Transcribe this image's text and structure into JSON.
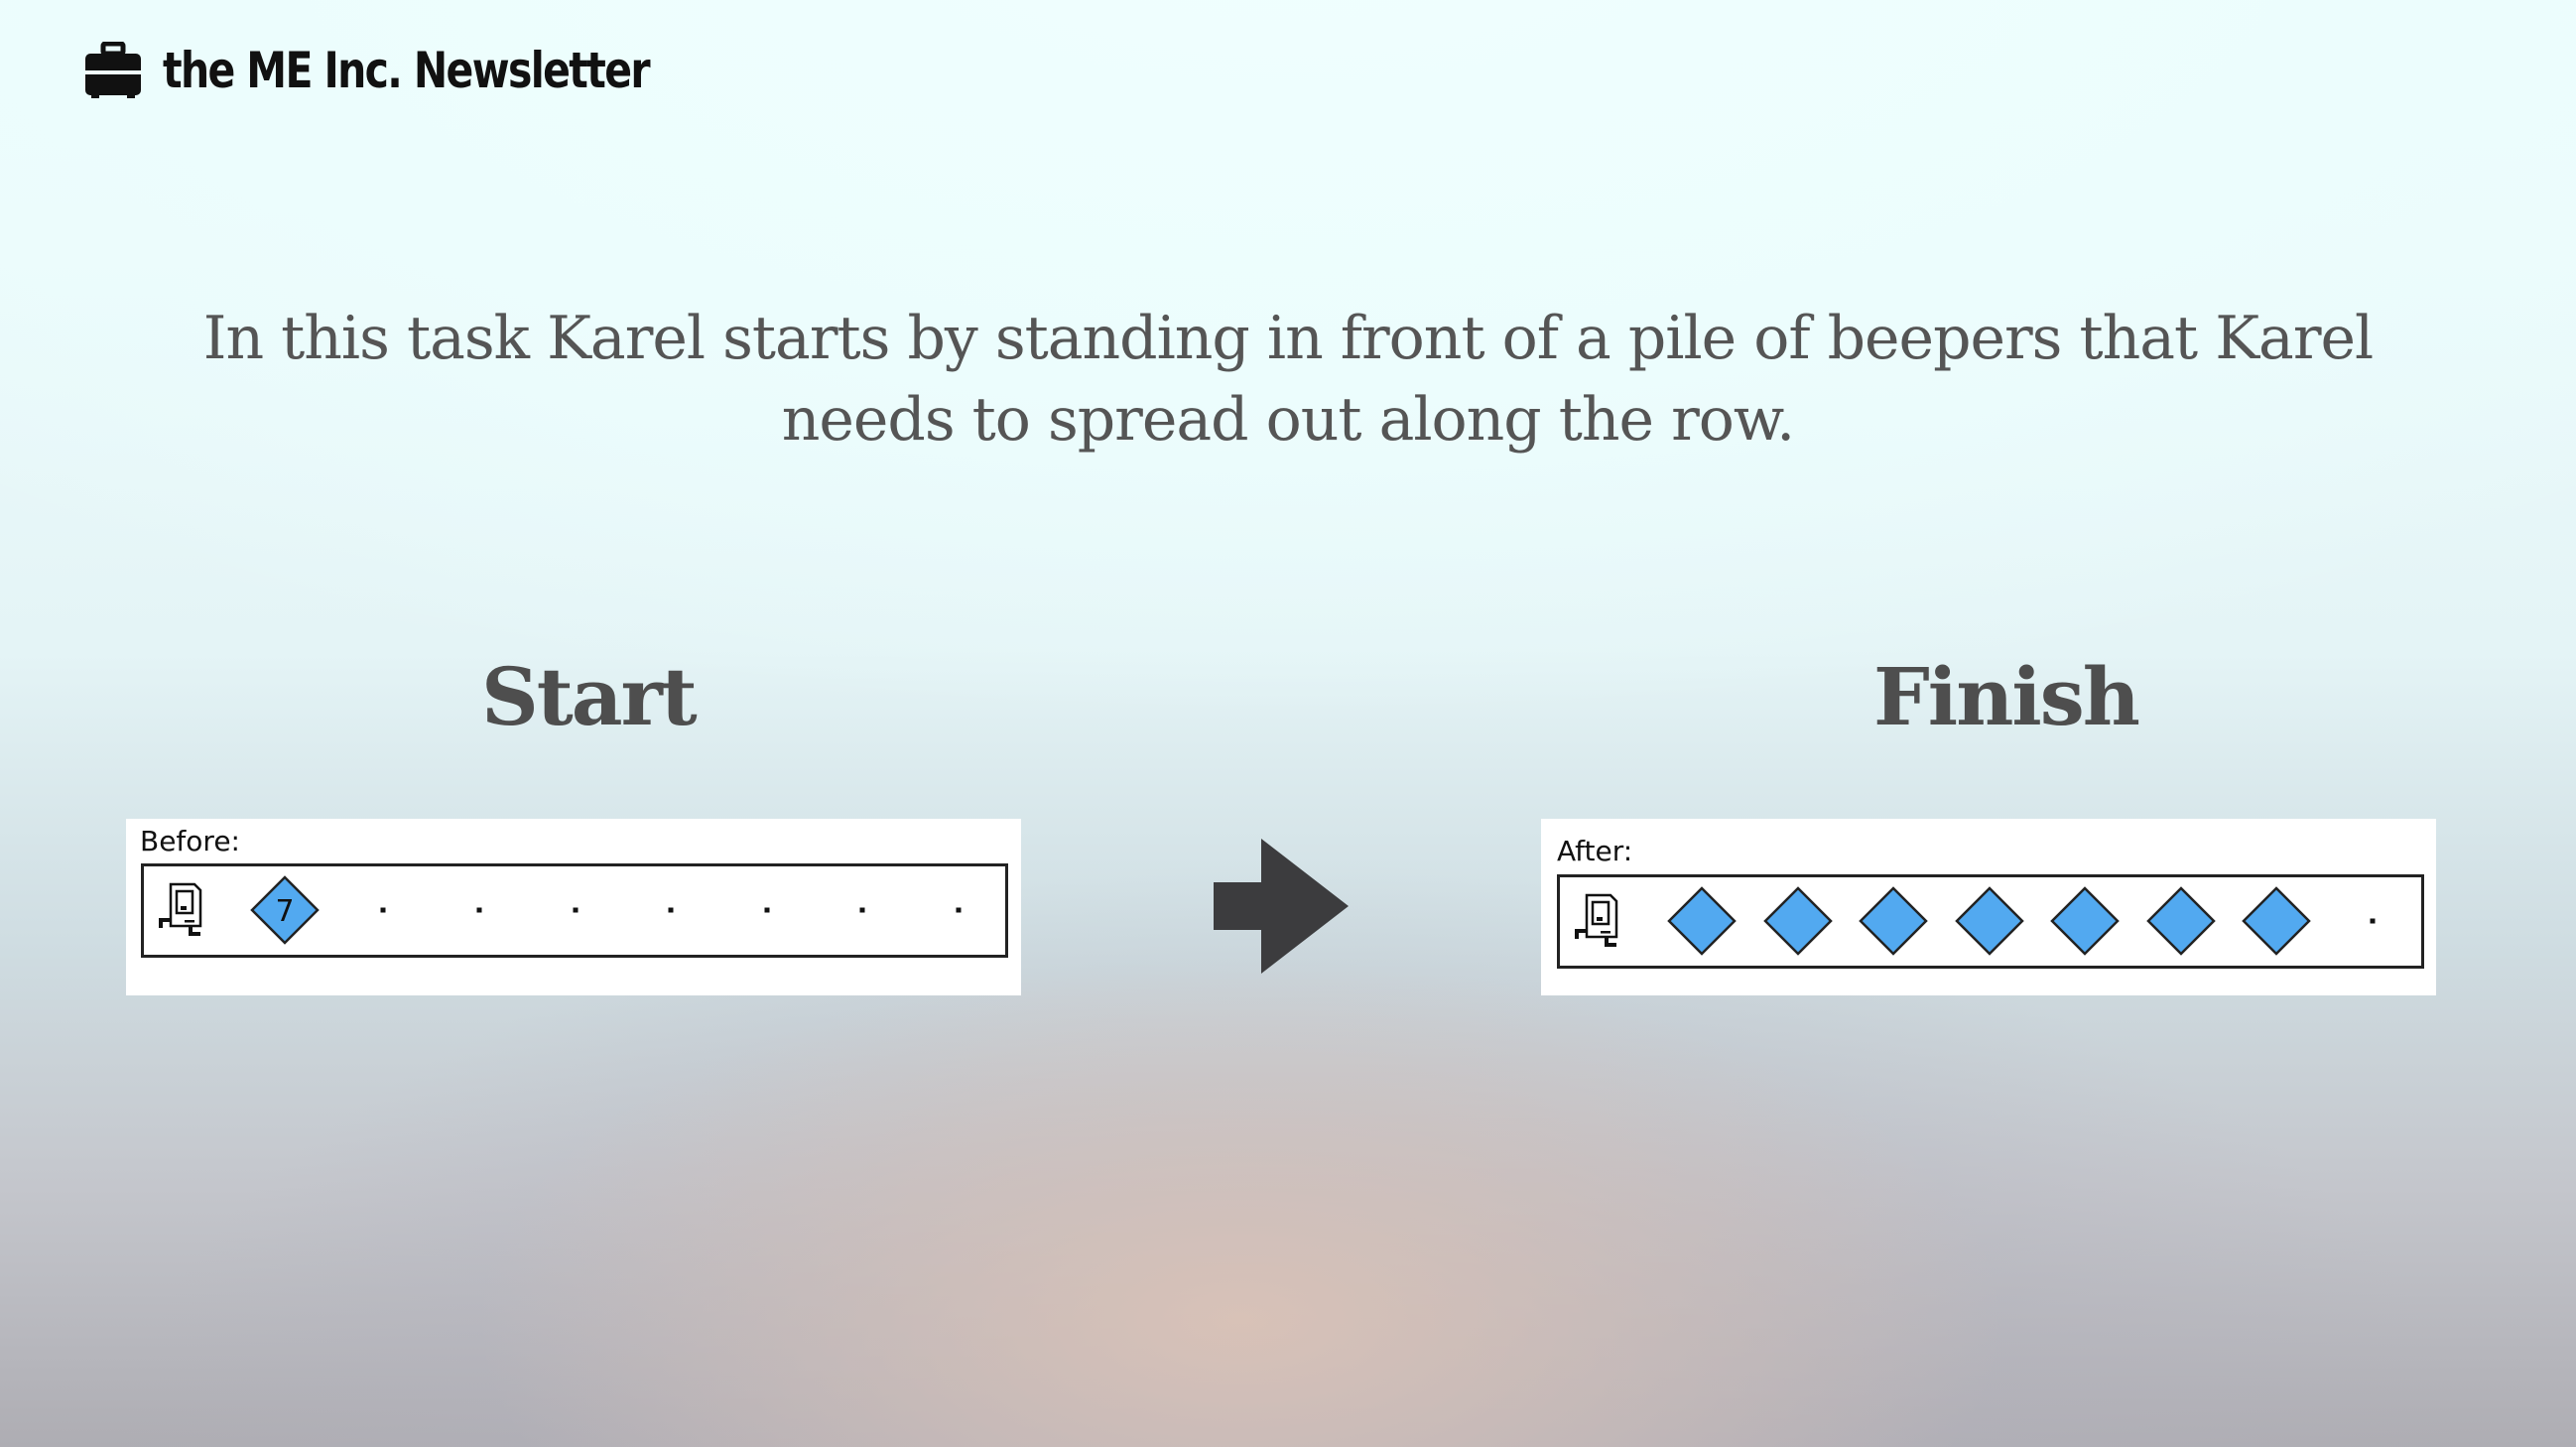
{
  "header": {
    "title": "the ME Inc. Newsletter",
    "icon": "briefcase-icon"
  },
  "intro": {
    "line1": "In this task Karel starts by standing in front of a pile of beepers that Karel",
    "line2": "needs to spread out along the row."
  },
  "start": {
    "title": "Start",
    "label": "Before:",
    "beeper_count_label": "7",
    "beeper_color": "#52a9f0"
  },
  "finish": {
    "title": "Finish",
    "label": "After:",
    "beeper_color": "#52a9f0"
  },
  "arrow": {
    "icon": "right-arrow-icon",
    "color": "#3c3c3e"
  }
}
